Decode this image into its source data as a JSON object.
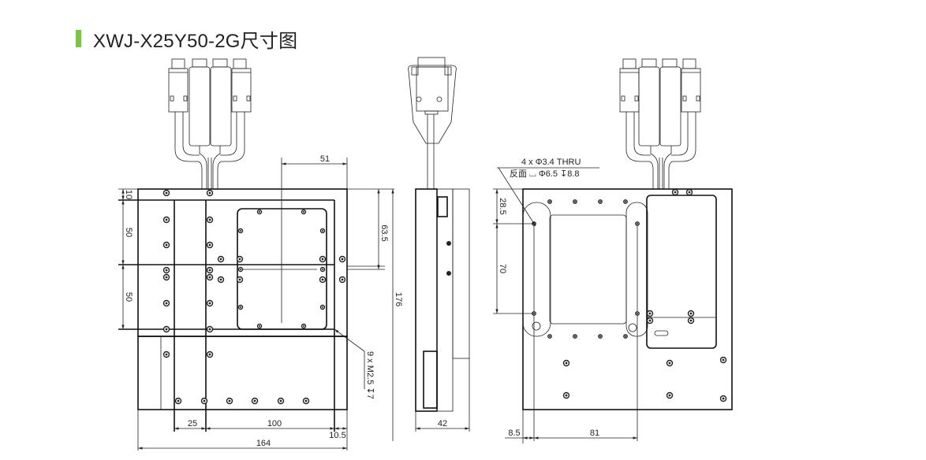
{
  "header": {
    "title": "XWJ-X25Y50-2G尺寸图",
    "accent_color": "#7cc34a"
  },
  "front_view": {
    "dims": {
      "top_10": "10",
      "left_50_upper": "50",
      "left_50_lower": "50",
      "top_51": "51",
      "right_63_5": "63.5",
      "right_176": "176",
      "bottom_25": "25",
      "bottom_100": "100",
      "bottom_10_5": "10.5",
      "bottom_164": "164"
    },
    "note": "9 x  M2.5 ↧7"
  },
  "side_view": {
    "dims": {
      "bottom_42": "42"
    }
  },
  "rear_view": {
    "note_line1": "4 x  Φ3.4 THRU",
    "note_line2": "反面 ⌴ Φ6.5  ↧8.8",
    "dims": {
      "left_28_5": "28.5",
      "left_70": "70",
      "bottom_8_5": "8.5",
      "bottom_81": "81"
    }
  }
}
